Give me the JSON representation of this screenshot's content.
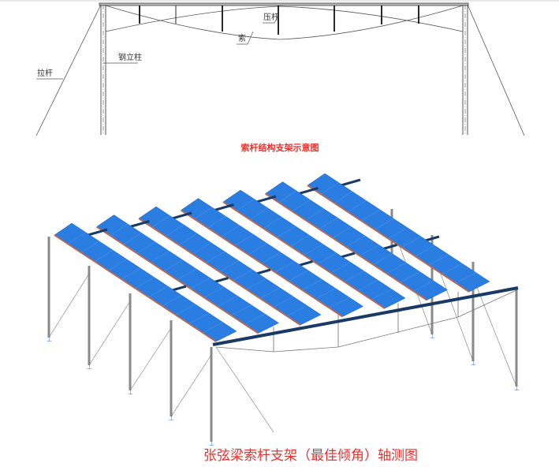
{
  "elevation": {
    "labels": {
      "tie_rod": "拉杆",
      "steel_column": "钢立柱",
      "strut": "压杆",
      "cable": "索"
    },
    "caption": "索杆结构支架示意图"
  },
  "axonometric": {
    "panel_rows": 7,
    "caption": "张弦梁索杆支架（最佳倾角）轴测图"
  },
  "colors": {
    "panel": "#2a7de1",
    "panel_edge": "#b26a5a",
    "column": "#8a8a8a",
    "beam": "#1a3a66",
    "caption": "#e8322e",
    "support": "#3a6ee8"
  }
}
